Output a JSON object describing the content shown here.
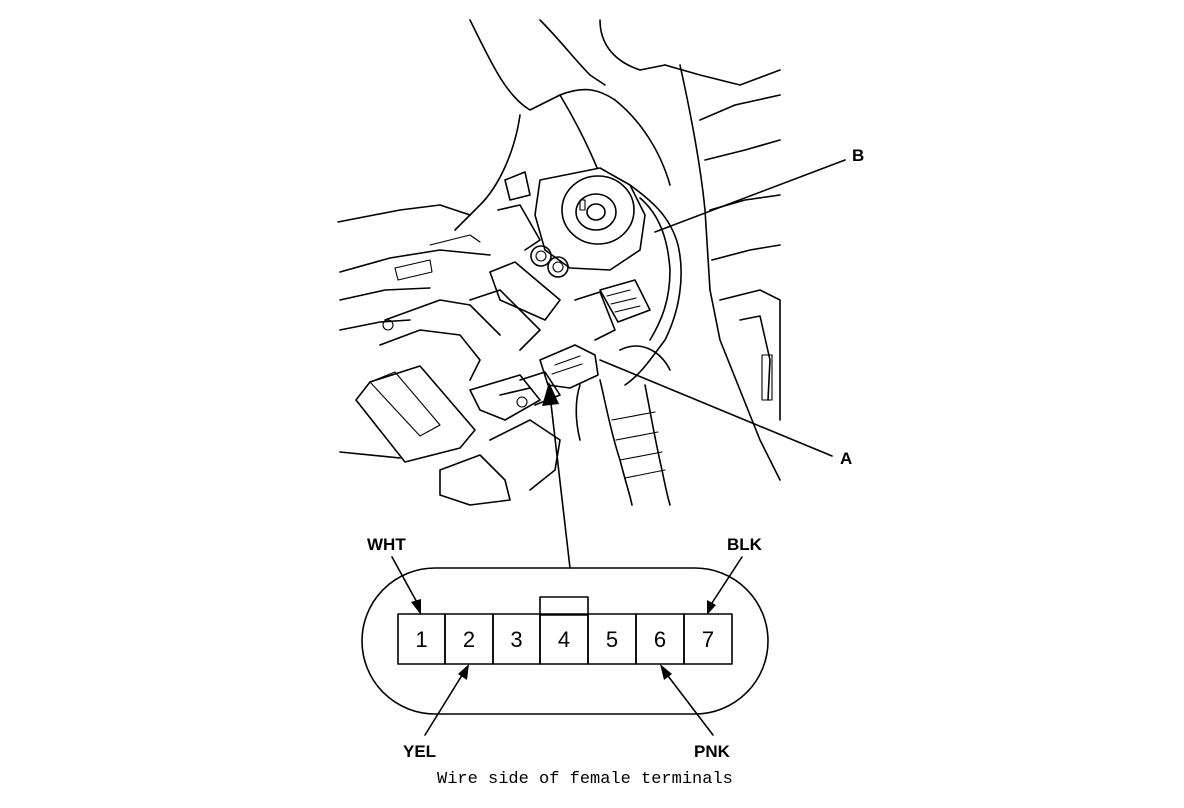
{
  "callouts": {
    "a": "A",
    "b": "B"
  },
  "connector": {
    "pins": [
      "1",
      "2",
      "3",
      "4",
      "5",
      "6",
      "7"
    ],
    "wires": {
      "wht": "WHT",
      "yel": "YEL",
      "blk": "BLK",
      "pnk": "PNK"
    },
    "caption": "Wire side of female terminals"
  }
}
